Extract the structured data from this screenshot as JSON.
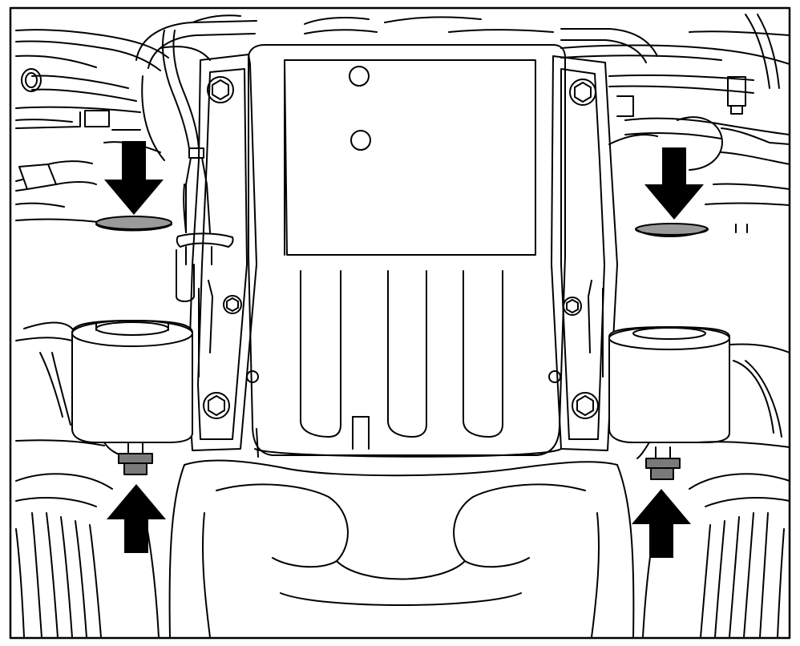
{
  "diagram": {
    "colors": {
      "line": "#000000",
      "background": "#ffffff",
      "washer_fill": "#9a9a9a",
      "nut_fill": "#7a7a7a",
      "arrow_fill": "#000000"
    },
    "callouts": [
      {
        "id": "arrow-upper-left",
        "direction": "down",
        "points_to": "bushing-washer"
      },
      {
        "id": "arrow-upper-right",
        "direction": "down",
        "points_to": "bushing-washer"
      },
      {
        "id": "arrow-lower-left",
        "direction": "up",
        "points_to": "mounting-nut"
      },
      {
        "id": "arrow-lower-right",
        "direction": "up",
        "points_to": "mounting-nut"
      }
    ]
  }
}
